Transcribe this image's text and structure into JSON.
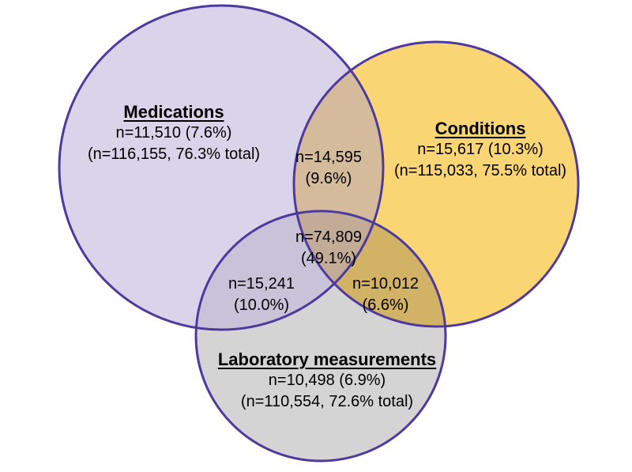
{
  "chart_data": {
    "type": "venn",
    "title": "",
    "legend_position": "none",
    "sets": [
      {
        "name": "Medications",
        "exclusive_n": 11510,
        "exclusive_pct": "7.6%",
        "total_n": 116155,
        "total_pct": "76.3%"
      },
      {
        "name": "Conditions",
        "exclusive_n": 15617,
        "exclusive_pct": "10.3%",
        "total_n": 115033,
        "total_pct": "75.5%"
      },
      {
        "name": "Laboratory measurements",
        "exclusive_n": 10498,
        "exclusive_pct": "6.9%",
        "total_n": 110554,
        "total_pct": "72.6%"
      }
    ],
    "intersections": [
      {
        "sets": [
          "Medications",
          "Conditions"
        ],
        "n": 14595,
        "pct": "9.6%"
      },
      {
        "sets": [
          "Medications",
          "Laboratory measurements"
        ],
        "n": 15241,
        "pct": "10.0%"
      },
      {
        "sets": [
          "Conditions",
          "Laboratory measurements"
        ],
        "n": 10012,
        "pct": "6.6%"
      },
      {
        "sets": [
          "Medications",
          "Conditions",
          "Laboratory measurements"
        ],
        "n": 74809,
        "pct": "49.1%"
      }
    ]
  },
  "regions": {
    "medications": {
      "title": "Medications",
      "line1": "n=11,510 (7.6%)",
      "line2": "(n=116,155, 76.3% total)"
    },
    "conditions": {
      "title": "Conditions",
      "line1": "n=15,617 (10.3%)",
      "line2": "(n=115,033, 75.5% total)"
    },
    "laboratory": {
      "title": "Laboratory measurements",
      "line1": "n=10,498 (6.9%)",
      "line2": "(n=110,554, 72.6% total)"
    },
    "med_cond": {
      "line1": "n=14,595",
      "line2": "(9.6%)"
    },
    "med_lab": {
      "line1": "n=15,241",
      "line2": "(10.0%)"
    },
    "cond_lab": {
      "line1": "n=10,012",
      "line2": "(6.6%)"
    },
    "all_three": {
      "line1": "n=74,809",
      "line2": "(49.1%)"
    }
  },
  "colors": {
    "background": "#ffffff",
    "outline": "#4e3a9e",
    "text": "#000000",
    "medications_fill": "#d9d4ea",
    "conditions_fill": "#fad573",
    "laboratory_fill": "#d4d4d4",
    "med_cond_fill": "#d3bb9c",
    "med_lab_fill": "#c9c3d9",
    "cond_lab_fill": "#d2b264",
    "all_three_fill": "#c2ab97"
  }
}
